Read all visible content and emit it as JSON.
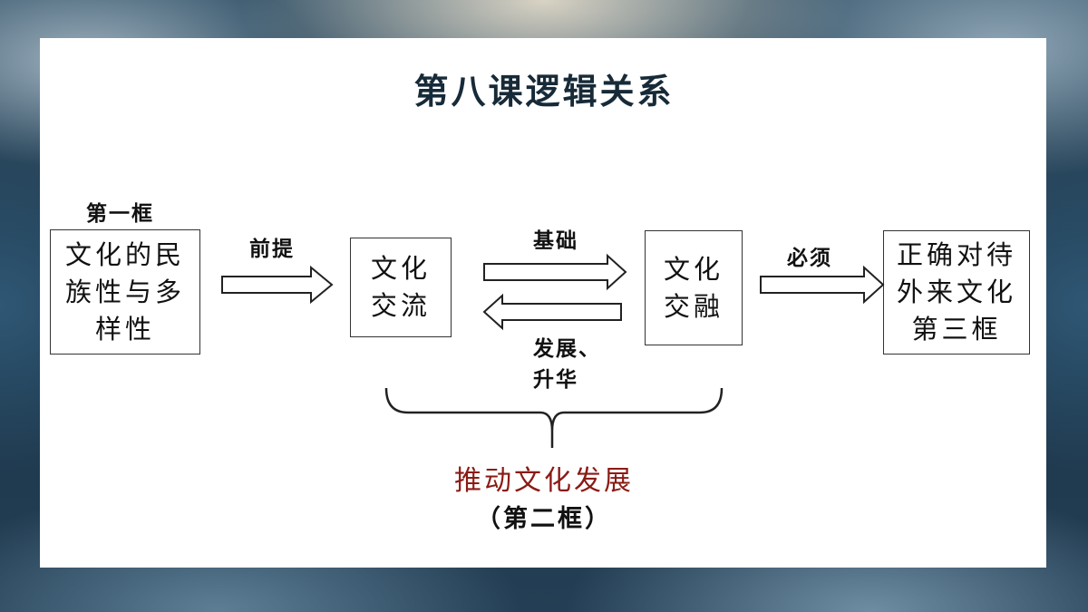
{
  "title": "第八课逻辑关系",
  "nodes": {
    "frame1_label": "第一框",
    "box1": [
      "文化的民",
      "族性与多",
      "样性"
    ],
    "box2": [
      "文化",
      "交流"
    ],
    "box3": [
      "文化",
      "交融"
    ],
    "box4": [
      "正确对待",
      "外来文化",
      "第三框"
    ]
  },
  "edges": {
    "premise": "前提",
    "basis": "基础",
    "develop": [
      "发展、",
      "升华"
    ],
    "must": "必须"
  },
  "bottom": {
    "label": "推动文化发展",
    "note": "（第二框）"
  },
  "colors": {
    "accent_red": "#8b1a14",
    "title": "#172a38"
  }
}
